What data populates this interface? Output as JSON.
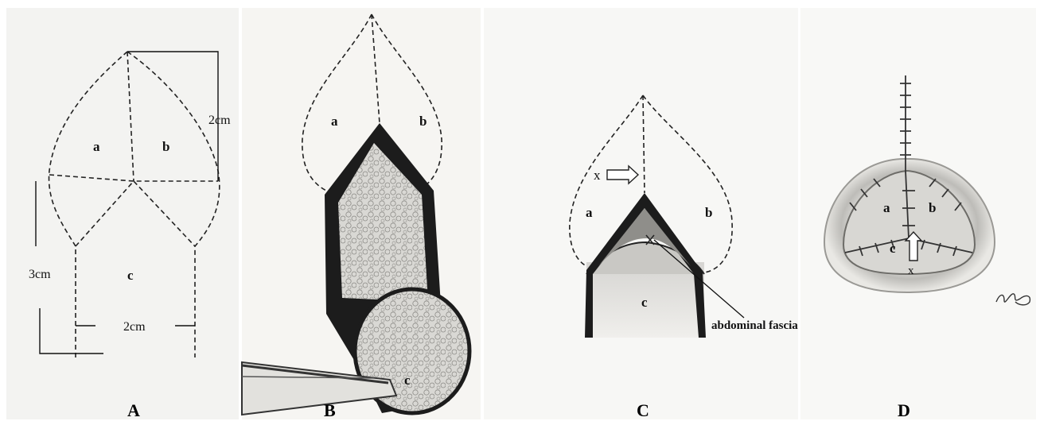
{
  "panels": [
    {
      "id": "A",
      "label": "A"
    },
    {
      "id": "B",
      "label": "B"
    },
    {
      "id": "C",
      "label": "C"
    },
    {
      "id": "D",
      "label": "D"
    }
  ],
  "panel_a": {
    "flap_a": "a",
    "flap_b": "b",
    "flap_c": "c",
    "measure_top": "2cm",
    "measure_left": "3cm",
    "measure_bottom": "2cm"
  },
  "panel_b": {
    "flap_a": "a",
    "flap_b": "b",
    "flap_c": "c"
  },
  "panel_c": {
    "flap_a": "a",
    "flap_b": "b",
    "flap_c": "c",
    "marker_x": "x",
    "fascia_label": "abdominal fascia"
  },
  "panel_d": {
    "flap_a": "a",
    "flap_b": "b",
    "flap_c": "c",
    "marker_x": "x",
    "signature": "signature"
  }
}
